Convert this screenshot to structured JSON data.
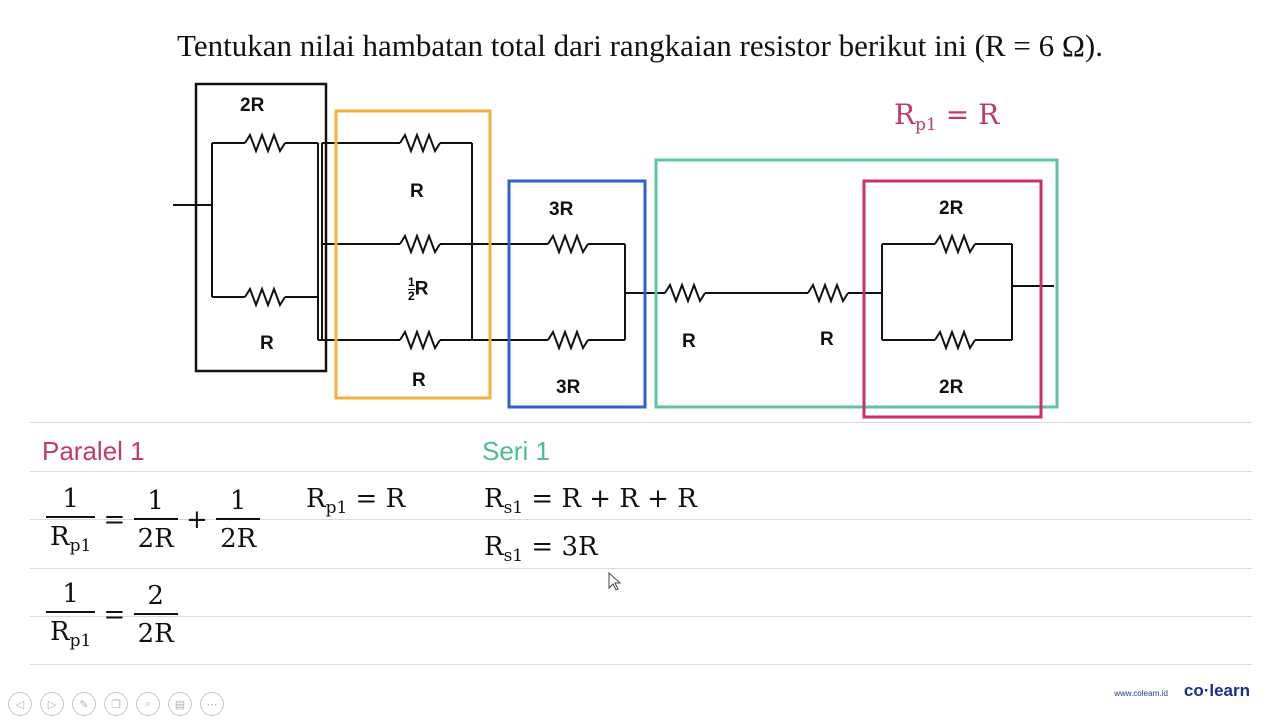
{
  "title": "Tentukan nilai hambatan total dari rangkaian resistor berikut ini (R = 6 Ω).",
  "circuit": {
    "labels": {
      "r2_top": "2R",
      "r_left_bottom": "R",
      "r_orange_top": "R",
      "half_r": "R",
      "half_num": "1",
      "half_den": "2",
      "r_orange_bottom": "R",
      "r3_top": "3R",
      "r3_bottom": "3R",
      "r_green_1": "R",
      "r_green_2": "R",
      "r2_pink_top": "2R",
      "r2_pink_bottom": "2R"
    },
    "colors": {
      "orange": "#f0b040",
      "blue": "#2f5fd0",
      "green": "#5fc59a",
      "pink": "#cc2f66",
      "black": "#111111"
    }
  },
  "annotation_top": {
    "lhs": "R",
    "sub": "p1",
    "rhs": "= R"
  },
  "sections": {
    "paralel_heading": "Paralel 1",
    "seri_heading": "Seri 1"
  },
  "equations": {
    "eq1": {
      "one": "1",
      "rp": "R",
      "rp_sub": "p1",
      "eq": "=",
      "t1_num": "1",
      "t1_den": "2R",
      "plus": "+",
      "t2_num": "1",
      "t2_den": "2R"
    },
    "eq_rp1": {
      "r": "R",
      "sub": "p1",
      "rhs": "= R"
    },
    "eq_rs1_a": {
      "r": "R",
      "sub": "s1",
      "rhs": "= R + R + R"
    },
    "eq_rs1_b": {
      "r": "R",
      "sub": "s1",
      "rhs": "= 3R"
    },
    "eq2": {
      "one": "1",
      "rp": "R",
      "rp_sub": "p1",
      "eq": "=",
      "num": "2",
      "den": "2R"
    }
  },
  "footer": {
    "url": "www.colearn.id",
    "brand": "co·learn",
    "icons": [
      "prev-icon",
      "next-icon",
      "pen-icon",
      "slides-icon",
      "zoom-icon",
      "subtitles-icon",
      "more-icon"
    ]
  }
}
